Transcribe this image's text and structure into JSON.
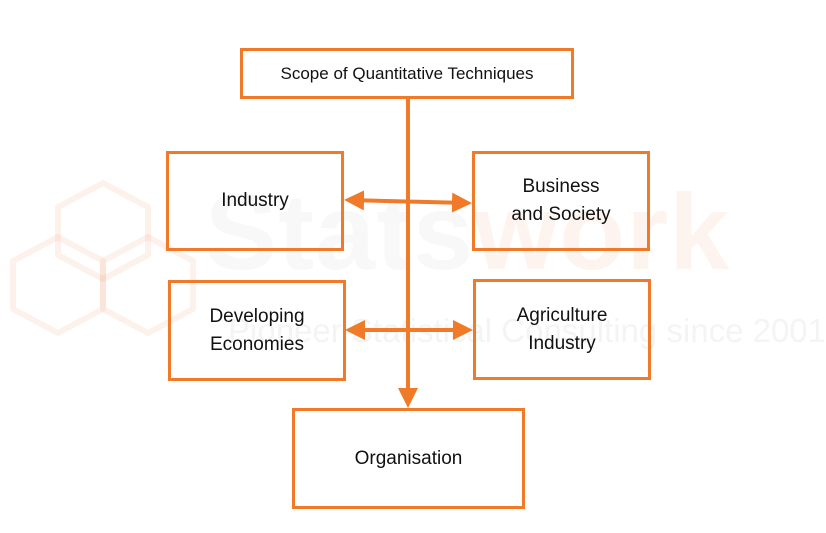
{
  "diagram": {
    "root": {
      "label": "Scope of Quantitative Techniques"
    },
    "nodes": {
      "industry": {
        "label": "Industry"
      },
      "business": {
        "label": "Business\nand Society"
      },
      "developing": {
        "label": "Developing\nEconomies"
      },
      "agriculture": {
        "label": "Agriculture\nIndustry"
      },
      "organisation": {
        "label": "Organisation"
      }
    },
    "edges": [
      {
        "from": "root",
        "to": "organisation",
        "style": "arrow"
      },
      {
        "from": "industry",
        "to": "business",
        "style": "double-arrow"
      },
      {
        "from": "developing",
        "to": "agriculture",
        "style": "double-arrow"
      }
    ]
  },
  "watermark": {
    "title_part1": "Stats",
    "title_part2": "work",
    "tagline": "Pioneer Statistical Consulting since 2001"
  },
  "colors": {
    "accent": "#f07a28",
    "text": "#111111",
    "background": "#ffffff"
  }
}
